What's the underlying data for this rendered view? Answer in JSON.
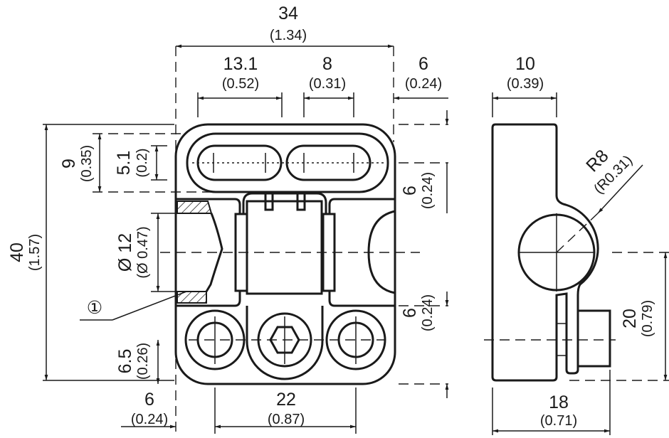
{
  "dimensions": {
    "overall_width": {
      "value": "34",
      "inch": "(1.34)"
    },
    "slot_length": {
      "value": "13.1",
      "inch": "(0.52)"
    },
    "slot_gap": {
      "value": "8",
      "inch": "(0.31)"
    },
    "right_offset_top": {
      "value": "6",
      "inch": "(0.24)"
    },
    "side_depth": {
      "value": "10",
      "inch": "(0.39)"
    },
    "overall_height": {
      "value": "40",
      "inch": "(1.57)"
    },
    "slot_band": {
      "value": "9",
      "inch": "(0.35)"
    },
    "slot_width": {
      "value": "5.1",
      "inch": "(0.2)"
    },
    "bore": {
      "value": "Ø 12",
      "inch": "(Ø 0.47)"
    },
    "callout": "①",
    "boss_height": {
      "value": "6.5",
      "inch": "(0.26)"
    },
    "left_offset_bottom": {
      "value": "6",
      "inch": "(0.24)"
    },
    "boss_spacing": {
      "value": "22",
      "inch": "(0.87)"
    },
    "right_vertical_top": {
      "value": "6",
      "inch": "(0.24)"
    },
    "right_vertical_bottom": {
      "value": "6",
      "inch": "(0.24)"
    },
    "radius": {
      "value": "R8",
      "inch": "(R0.31)"
    },
    "side_height": {
      "value": "20",
      "inch": "(0.79)"
    },
    "side_width": {
      "value": "18",
      "inch": "(0.71)"
    }
  }
}
